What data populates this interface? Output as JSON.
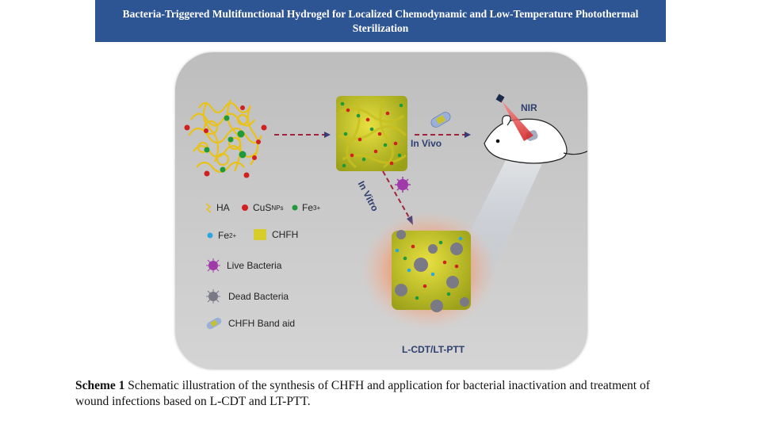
{
  "header": {
    "title": "Bacteria-Triggered Multifunctional Hydrogel for Localized Chemodynamic and Low-Temperature Photothermal Sterilization",
    "background_color": "#2e5593"
  },
  "scheme": {
    "labels": {
      "in_vivo": "In Vivo",
      "in_vitro": "In Vitro",
      "nir": "NIR",
      "result": "L-CDT/LT-PTT"
    },
    "legend": [
      {
        "icon": "ha-ribbon-icon",
        "label": "HA"
      },
      {
        "icon": "red-dot-icon",
        "label": "CuS",
        "sub": "NPs"
      },
      {
        "icon": "green-dot-icon",
        "label": "Fe",
        "sup": "3+"
      },
      {
        "icon": "blue-dot-icon",
        "label": "Fe",
        "sup": "2+"
      },
      {
        "icon": "hydrogel-cube-icon",
        "label": "CHFH"
      },
      {
        "icon": "live-bacteria-icon",
        "label": "Live Bacteria"
      },
      {
        "icon": "dead-bacteria-icon",
        "label": "Dead Bacteria"
      },
      {
        "icon": "band-aid-icon",
        "label": "CHFH Band aid"
      }
    ],
    "colors": {
      "label_text": "#2d3f6e",
      "cus": "#d21f1f",
      "fe3": "#1f9a3a",
      "fe2": "#2aa7df",
      "ha": "#e8c21a",
      "live_bacteria": "#a03aa8",
      "dead_bacteria": "#7a7a86"
    }
  },
  "caption": {
    "label": "Scheme 1",
    "text": " Schematic illustration of the synthesis of CHFH and application for bacterial inactivation and treatment of wound infections based on L-CDT and LT-PTT."
  }
}
